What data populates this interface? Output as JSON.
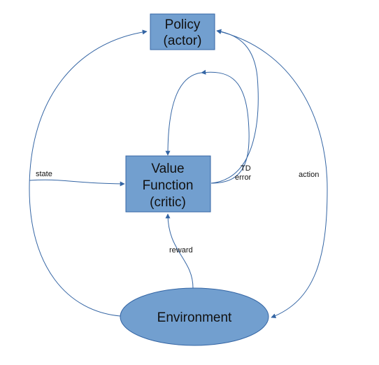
{
  "colors": {
    "node_fill": "#729fcf",
    "node_stroke": "#3465a4",
    "edge": "#3465a4",
    "text": "#111111",
    "background": "#ffffff"
  },
  "nodes": {
    "policy": {
      "line1": "Policy",
      "line2": "(actor)"
    },
    "value_function": {
      "line1": "Value",
      "line2": "Function",
      "line3": "(critic)"
    },
    "environment": {
      "label": "Environment"
    }
  },
  "edges": {
    "state": "state",
    "td_error_line1": "TD",
    "td_error_line2": "error",
    "action": "action",
    "reward": "reward"
  }
}
